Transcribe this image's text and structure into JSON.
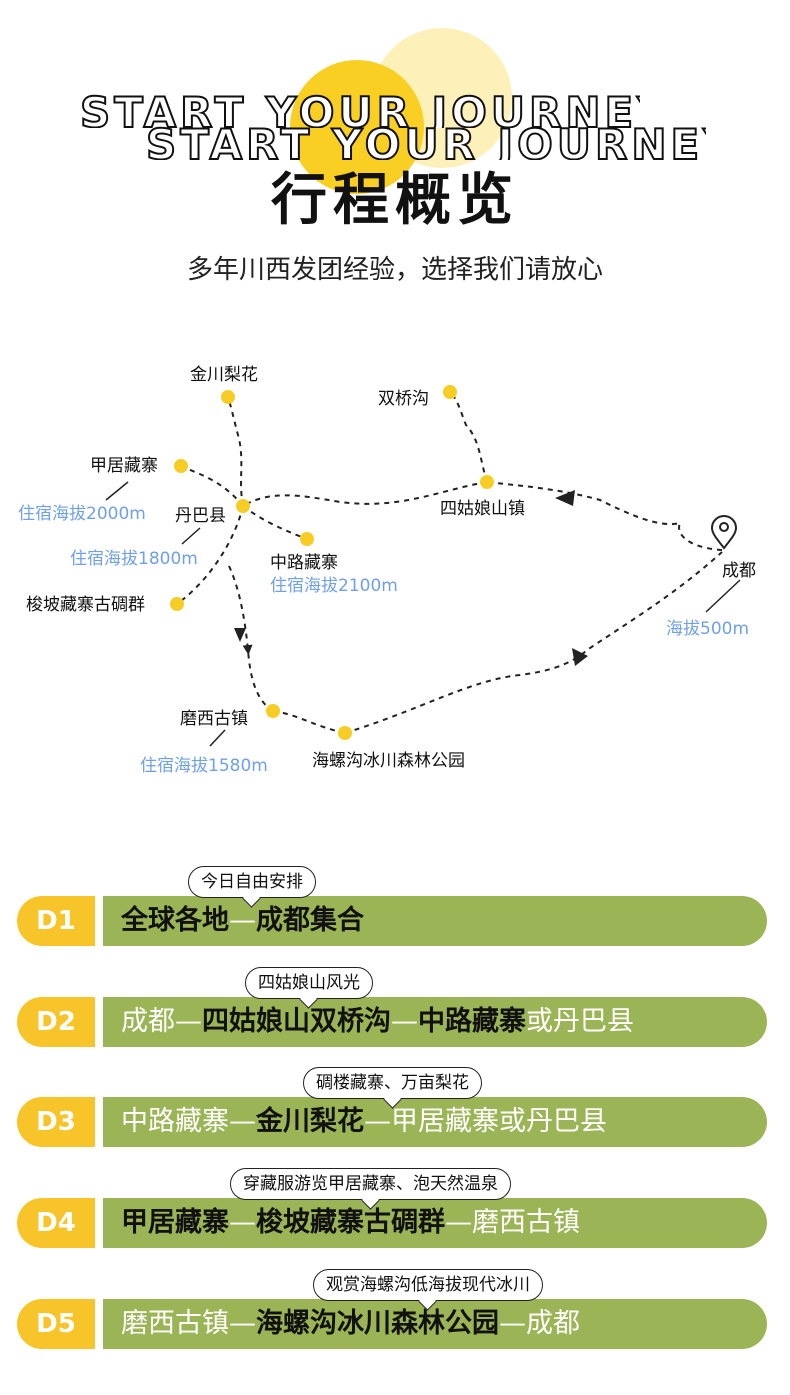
{
  "header": {
    "slogan": "START YOUR JOURNEY",
    "title": "行程概览",
    "subtitle": "多年川西发团经验，选择我们请放心"
  },
  "map": {
    "places": {
      "jinchuan": "金川梨花",
      "shuangqiao": "双桥沟",
      "jiaju": "甲居藏寨",
      "danba": "丹巴县",
      "siguniang": "四姑娘山镇",
      "zhonglu": "中路藏寨",
      "chengdu": "成都",
      "suopo": "梭坡藏寨古碉群",
      "moxi": "磨西古镇",
      "hailuogou": "海螺沟冰川森林公园"
    },
    "altitudes": {
      "jiaju": "住宿海拔2000m",
      "danba": "住宿海拔1800m",
      "zhonglu": "住宿海拔2100m",
      "chengdu": "海拔500m",
      "moxi": "住宿海拔1580m"
    },
    "colors": {
      "dot": "#f7cd25",
      "altitude_text": "#6fa0e8",
      "route_line": "#222222"
    },
    "icons": {
      "start": "location-pin-icon"
    }
  },
  "itinerary": [
    {
      "day": "D1",
      "note": "今日自由安排",
      "segments": [
        {
          "text": "全球各地",
          "bold": true
        },
        {
          "text": "—",
          "bold": false
        },
        {
          "text": "成都集合",
          "bold": true
        }
      ]
    },
    {
      "day": "D2",
      "note": "四姑娘山风光",
      "segments": [
        {
          "text": "成都—",
          "bold": false
        },
        {
          "text": "四姑娘山双桥沟",
          "bold": true
        },
        {
          "text": "—",
          "bold": false
        },
        {
          "text": "中路藏寨",
          "bold": true
        },
        {
          "text": "或丹巴县",
          "bold": false
        }
      ]
    },
    {
      "day": "D3",
      "note": "碉楼藏寨、万亩梨花",
      "segments": [
        {
          "text": "中路藏寨—",
          "bold": false
        },
        {
          "text": "金川梨花",
          "bold": true
        },
        {
          "text": "—甲居藏寨或丹巴县",
          "bold": false
        }
      ]
    },
    {
      "day": "D4",
      "note": "穿藏服游览甲居藏寨、泡天然温泉",
      "segments": [
        {
          "text": "甲居藏寨",
          "bold": true
        },
        {
          "text": "—",
          "bold": false
        },
        {
          "text": "梭坡藏寨古碉群",
          "bold": true
        },
        {
          "text": "—磨西古镇",
          "bold": false
        }
      ]
    },
    {
      "day": "D5",
      "note": "观赏海螺沟低海拔现代冰川",
      "segments": [
        {
          "text": "磨西古镇—",
          "bold": false
        },
        {
          "text": "海螺沟冰川森林公园",
          "bold": true
        },
        {
          "text": "—成都",
          "bold": false
        }
      ]
    }
  ]
}
